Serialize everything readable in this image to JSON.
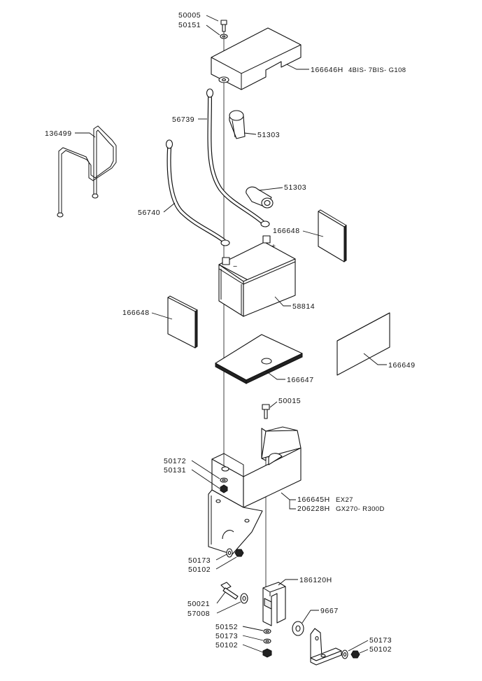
{
  "labels": {
    "l_50005": "50005",
    "l_50151": "50151",
    "l_166646": "166646H",
    "l_166646_note": "4BIS- 7BIS- G108",
    "l_56739": "56739",
    "l_51303a": "51303",
    "l_136499": "136499",
    "l_51303b": "51303",
    "l_56740": "56740",
    "l_166648a": "166648",
    "l_58814": "58814",
    "l_166648b": "166648",
    "l_166649": "166649",
    "l_166647": "166647",
    "l_50015": "50015",
    "l_50172": "50172",
    "l_50131": "50131",
    "l_166645": "166645H",
    "l_166645_note": "EX27",
    "l_206228": "206228H",
    "l_206228_note": "GX270- R300D",
    "l_50173a": "50173",
    "l_50102a": "50102",
    "l_186120": "186120H",
    "l_50021": "50021",
    "l_57008": "57008",
    "l_9667": "9667",
    "l_50152": "50152",
    "l_50173b": "50173",
    "l_50102b": "50102",
    "l_50173c": "50173",
    "l_50102c": "50102"
  },
  "battery": {
    "plus": "+",
    "minus": "−"
  }
}
